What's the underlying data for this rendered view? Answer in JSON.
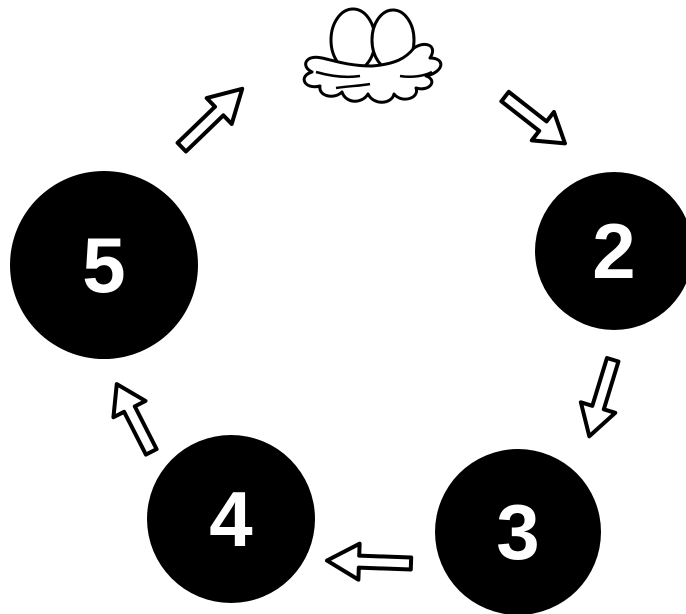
{
  "diagram": {
    "stages": [
      {
        "id": "nest",
        "label": "",
        "icon": "nest-with-eggs-icon"
      },
      {
        "id": "stage-2",
        "label": "2"
      },
      {
        "id": "stage-3",
        "label": "3"
      },
      {
        "id": "stage-4",
        "label": "4"
      },
      {
        "id": "stage-5",
        "label": "5"
      }
    ],
    "arrows": [
      {
        "from": "nest",
        "to": "stage-2"
      },
      {
        "from": "stage-2",
        "to": "stage-3"
      },
      {
        "from": "stage-3",
        "to": "stage-4"
      },
      {
        "from": "stage-4",
        "to": "stage-5"
      },
      {
        "from": "stage-5",
        "to": "nest"
      }
    ],
    "colors": {
      "circle": "#000000",
      "label": "#ffffff",
      "arrow_fill": "#ffffff",
      "arrow_stroke": "#000000"
    }
  }
}
